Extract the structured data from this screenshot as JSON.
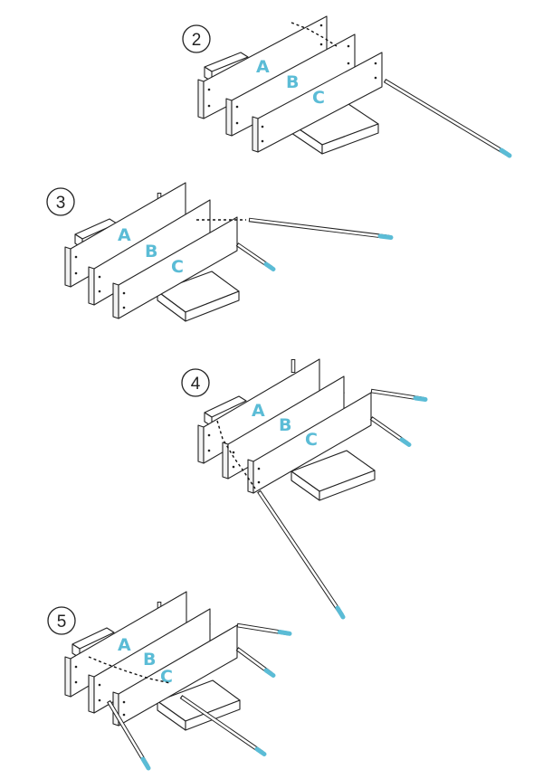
{
  "colors": {
    "accent": "#5bbcd6",
    "line": "#222222"
  },
  "steps": [
    {
      "number": "2",
      "labels": [
        "A",
        "B",
        "C"
      ]
    },
    {
      "number": "3",
      "labels": [
        "A",
        "B",
        "C"
      ]
    },
    {
      "number": "4",
      "labels": [
        "A",
        "B",
        "C"
      ]
    },
    {
      "number": "5",
      "labels": [
        "A",
        "B",
        "C"
      ]
    }
  ]
}
